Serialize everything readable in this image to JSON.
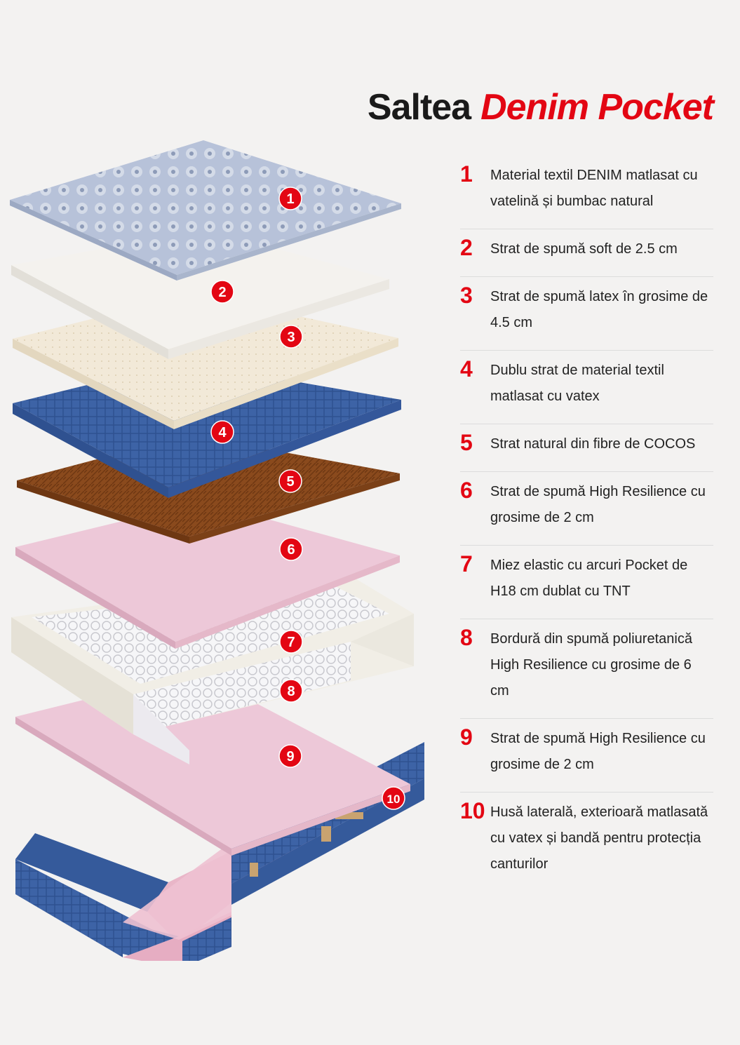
{
  "title": {
    "main": "Saltea",
    "accent": "Denim Pocket"
  },
  "colors": {
    "accent": "#e30613",
    "denim": "#3d63a6",
    "foam_white": "#f4f2ee",
    "latex": "#f2e9d8",
    "coconut": "#8a4a1d",
    "pink_foam": "#edc8d8",
    "springs": "#e9e9ec"
  },
  "markers": [
    "1",
    "2",
    "3",
    "4",
    "5",
    "6",
    "7",
    "8",
    "9",
    "10"
  ],
  "layers": [
    {
      "num": "1",
      "text": "Material textil DENIM matlasat cu vatelină și bumbac natural"
    },
    {
      "num": "2",
      "text": "Strat de spumă soft de 2.5 cm"
    },
    {
      "num": "3",
      "text": "Strat de spumă latex în grosime de 4.5 cm"
    },
    {
      "num": "4",
      "text": "Dublu strat de material textil matlasat cu vatex"
    },
    {
      "num": "5",
      "text": "Strat natural din fibre de COCOS"
    },
    {
      "num": "6",
      "text": "Strat de spumă High Resilience cu grosime de 2 cm"
    },
    {
      "num": "7",
      "text": "Miez elastic cu arcuri Pocket de H18 cm dublat cu TNT"
    },
    {
      "num": "8",
      "text": "Bordură din spumă poliuretanică High Resilience cu grosime de 6 cm"
    },
    {
      "num": "9",
      "text": "Strat de spumă High Resilience cu grosime de 2 cm"
    },
    {
      "num": "10",
      "text": "Husă laterală, exterioară matlasată cu vatex și bandă pentru protecția canturilor"
    }
  ]
}
